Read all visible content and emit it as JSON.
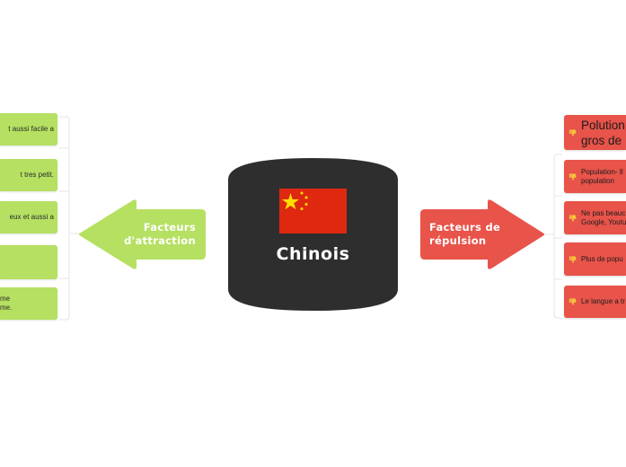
{
  "center": {
    "title": "Chinois"
  },
  "attraction": {
    "label_line1": "Facteurs",
    "label_line2": "d'attraction"
  },
  "repulsion": {
    "label_line1": "Facteurs de",
    "label_line2": "répulsion"
  },
  "left_items": [
    "t aussi facile a",
    "t tres petit.",
    "eux et aussi a",
    "",
    "me\nme."
  ],
  "right_items": [
    "Polution\ngros de",
    "Population- Il\npopulation",
    "Ne pas beauc\nGoogle, Youtu",
    "Plus de popu",
    "Le langue a tr"
  ],
  "colors": {
    "attraction": "#b5e061",
    "repulsion": "#e8534a",
    "center": "#2e2e2e",
    "flag_red": "#de2910",
    "flag_star": "#ffde00"
  },
  "icons": {
    "item_icon": "thumbs-down-icon",
    "flag": "china-flag-icon"
  }
}
